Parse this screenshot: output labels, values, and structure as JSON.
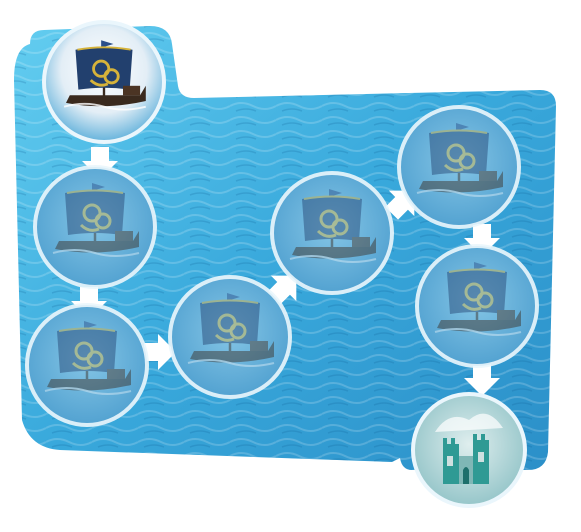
{
  "board": {
    "name": "voyage-track-board",
    "colors": {
      "sea_light": "#5cc7ec",
      "sea_dark": "#1f86c0",
      "disc_fill": "#6fb6dc",
      "disc_ring": "#eaf6fc",
      "arrow": "#ffffff",
      "sail": "#22406e",
      "sail_emblem": "#d6b33a",
      "hull": "#3a2a1e",
      "castle_stone": "#cfe0e0",
      "castle_green": "#2f9a94"
    }
  },
  "track": {
    "spaces": [
      {
        "id": "start",
        "kind": "ship",
        "state": "current"
      },
      {
        "id": "space-2",
        "kind": "ship",
        "state": "ghost"
      },
      {
        "id": "space-3",
        "kind": "ship",
        "state": "ghost"
      },
      {
        "id": "space-4",
        "kind": "ship",
        "state": "ghost"
      },
      {
        "id": "space-5",
        "kind": "ship",
        "state": "ghost"
      },
      {
        "id": "space-6",
        "kind": "ship",
        "state": "ghost"
      },
      {
        "id": "space-7",
        "kind": "ship",
        "state": "ghost"
      },
      {
        "id": "destination",
        "kind": "castle",
        "state": "goal"
      }
    ],
    "arrows": [
      "down",
      "down",
      "right",
      "up-right",
      "up-right",
      "down",
      "down"
    ]
  }
}
